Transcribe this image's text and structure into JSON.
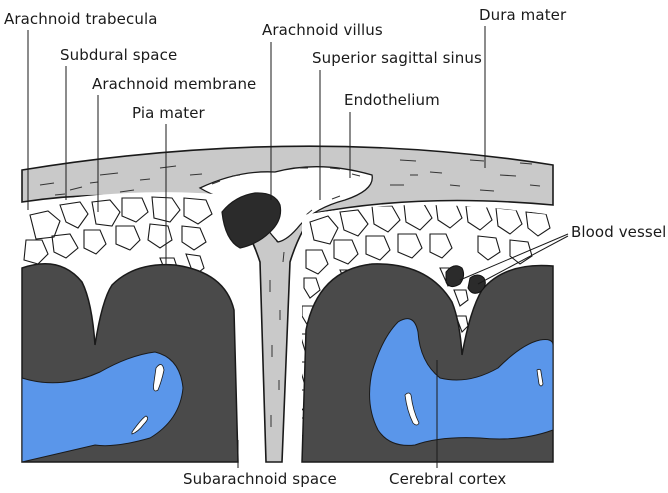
{
  "labels": {
    "arachnoid_trabecula": "Arachnoid trabecula",
    "subdural_space": "Subdural space",
    "arachnoid_membrane": "Arachnoid membrane",
    "pia_mater": "Pia mater",
    "arachnoid_villus": "Arachnoid villus",
    "superior_sagittal_sinus": "Superior sagittal sinus",
    "endothelium": "Endothelium",
    "dura_mater": "Dura mater",
    "blood_vessel": "Blood vessel",
    "subarachnoid_space": "Subarachnoid space",
    "cerebral_cortex": "Cerebral cortex"
  },
  "colors": {
    "dura": "#c9c9c9",
    "sinus": "#ffffff",
    "villus": "#2b2b2b",
    "cortex": "#4a4a4a",
    "csf_ventricle": "#5a96ea",
    "outline": "#1a1a1a",
    "subarachnoid": "#ffffff"
  }
}
